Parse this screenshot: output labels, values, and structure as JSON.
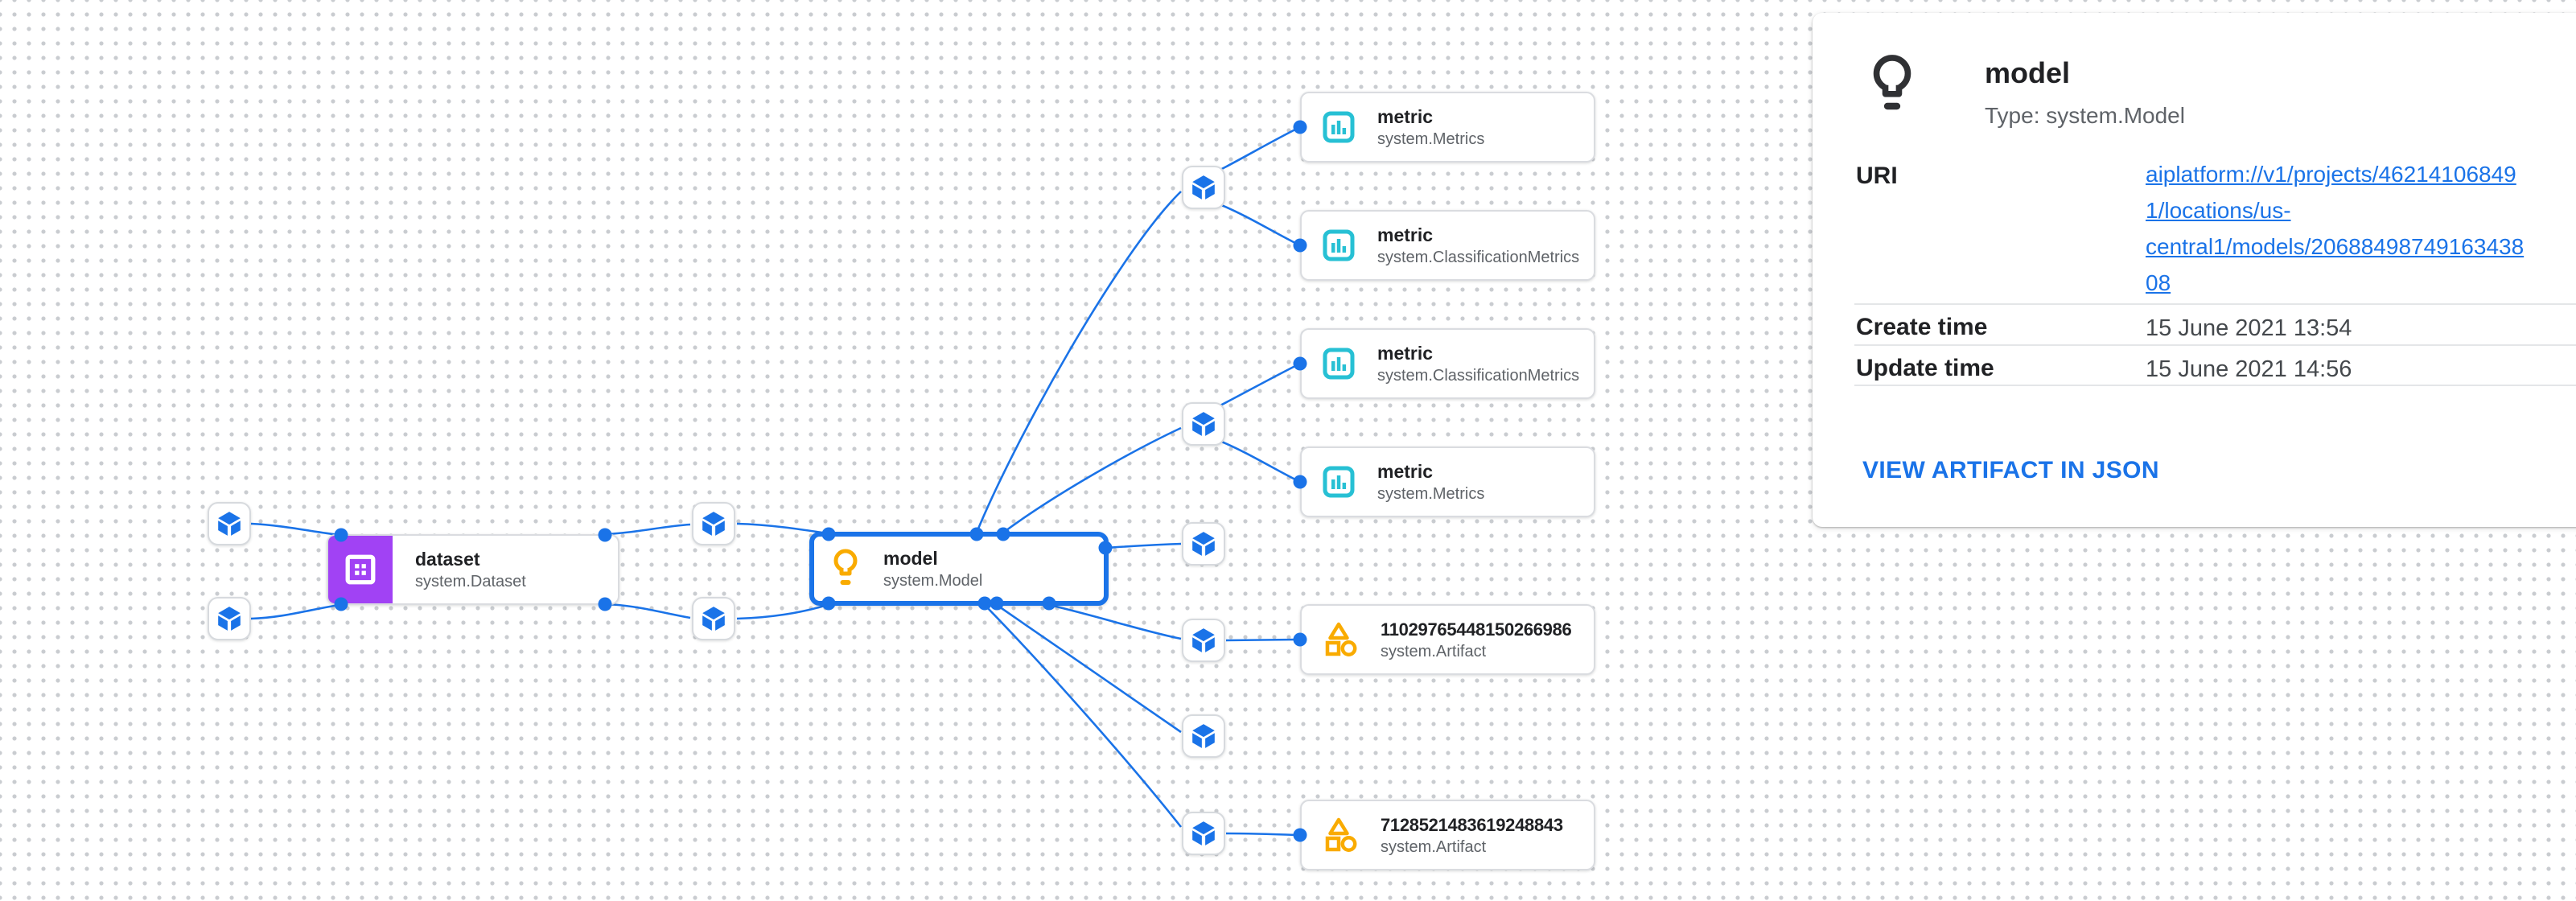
{
  "app": {
    "name": "ml-metadata-lineage-graph"
  },
  "colors": {
    "edge_blue": "#1a73e8",
    "selected_border_blue": "#1a73e8",
    "dataset_purple": "#a142f4",
    "metric_cyan": "#27c0d4",
    "artifact_amber": "#f9ab00",
    "canvas_dot_gray": "#c9ccd0"
  },
  "graph": {
    "dataset_card": {
      "title": "dataset",
      "subtitle": "system.Dataset"
    },
    "model_card": {
      "title": "model",
      "subtitle": "system.Model"
    },
    "metric_cards": [
      {
        "title": "metric",
        "subtitle": "system.Metrics"
      },
      {
        "title": "metric",
        "subtitle": "system.ClassificationMetrics"
      },
      {
        "title": "metric",
        "subtitle": "system.ClassificationMetrics"
      },
      {
        "title": "metric",
        "subtitle": "system.Metrics"
      }
    ],
    "artifact_cards": [
      {
        "title": "11029765448150266986",
        "subtitle": "system.Artifact"
      },
      {
        "title": "7128521483619248843",
        "subtitle": "system.Artifact"
      }
    ],
    "execution_node_count": 10,
    "icon_names": {
      "execution": "cube-icon",
      "dataset": "dataset-grid-icon",
      "model": "lightbulb-icon",
      "metric": "bar-chart-icon",
      "artifact": "shapes-icon"
    }
  },
  "panel": {
    "title": "model",
    "type_label": "Type: system.Model",
    "uri": {
      "label": "URI",
      "full": "aiplatform://v1/projects/462141068491/locations/us-central1/models/2068849874916343808",
      "lines": [
        "aiplatform://v1/projects/46214106849",
        "1/locations/us-",
        "central1/models/20688498749163438",
        "08"
      ]
    },
    "create_time": {
      "label": "Create time",
      "value": "15 June 2021 13:54"
    },
    "update_time": {
      "label": "Update time",
      "value": "15 June 2021 14:56"
    },
    "action_link": "VIEW ARTIFACT IN JSON"
  }
}
